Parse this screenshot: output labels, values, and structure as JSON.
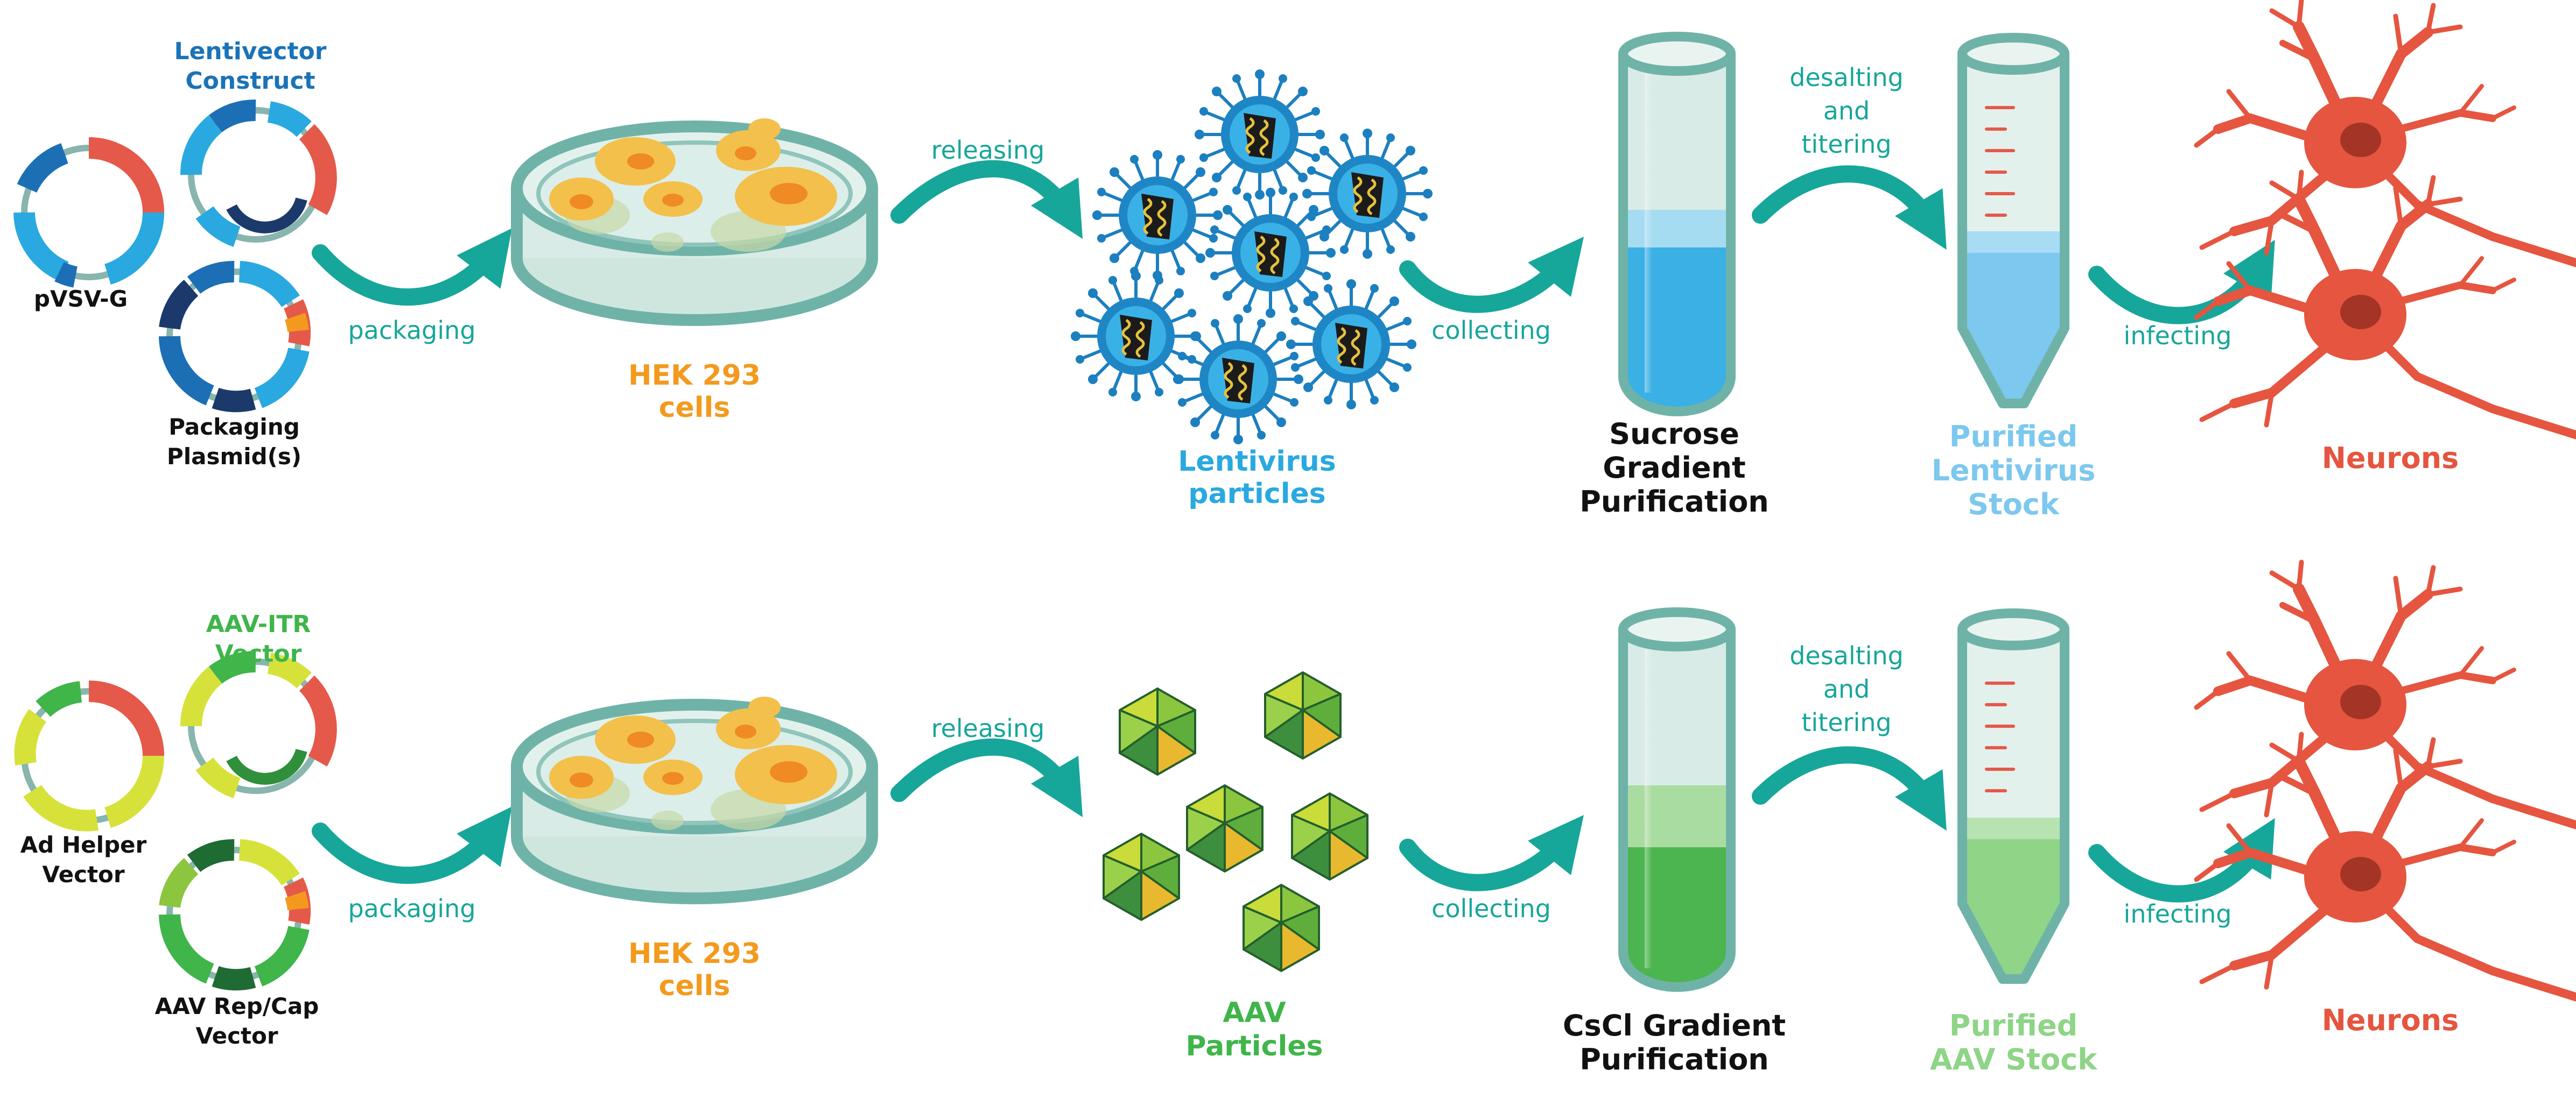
{
  "lenti": {
    "plasmids": {
      "construct_line1": "Lentivector",
      "construct_line2": "Construct",
      "envelope": "pVSV-G",
      "packaging_line1": "Packaging",
      "packaging_line2": "Plasmid(s)"
    },
    "step_packaging": "packaging",
    "cells_line1": "HEK 293",
    "cells_line2": "cells",
    "step_releasing": "releasing",
    "particles_line1": "Lentivirus",
    "particles_line2": "particles",
    "step_collecting": "collecting",
    "purification_line1": "Sucrose",
    "purification_line2": "Gradient",
    "purification_line3": "Purification",
    "step_desalting_line1": "desalting",
    "step_desalting_line2": "and",
    "step_desalting_line3": "titering",
    "stock_line1": "Purified",
    "stock_line2": "Lentivirus",
    "stock_line3": "Stock",
    "step_infecting": "infecting",
    "target": "Neurons"
  },
  "aav": {
    "plasmids": {
      "vector_line1": "AAV-ITR",
      "vector_line2": "Vector",
      "helper_line1": "Ad Helper",
      "helper_line2": "Vector",
      "repcap_line1": "AAV Rep/Cap",
      "repcap_line2": "Vector"
    },
    "step_packaging": "packaging",
    "cells_line1": "HEK 293",
    "cells_line2": "cells",
    "step_releasing": "releasing",
    "particles_line1": "AAV",
    "particles_line2": "Particles",
    "step_collecting": "collecting",
    "purification_line1": "CsCl Gradient",
    "purification_line2": "Purification",
    "step_desalting_line1": "desalting",
    "step_desalting_line2": "and",
    "step_desalting_line3": "titering",
    "stock_line1": "Purified",
    "stock_line2": "AAV Stock",
    "step_infecting": "infecting",
    "target": "Neurons"
  },
  "colors": {
    "arrow": "#17a69a",
    "lenti_blue": "#29a9e0",
    "lenti_title": "#1a73b8",
    "aav_green": "#3fb54a",
    "cells_orange": "#f39a1e",
    "neuron_red": "#e5553f",
    "plasmid_red": "#e5594a",
    "tube_outline": "#6fb3a8",
    "dark_text": "#111111"
  },
  "icons": {
    "plasmid": "plasmid-ring-icon",
    "dish": "petri-dish-icon",
    "lentivirus": "spiky-virus-icon",
    "aav": "icosahedron-capsid-icon",
    "tube": "centrifuge-tube-icon",
    "neuron": "neuron-cell-icon"
  }
}
